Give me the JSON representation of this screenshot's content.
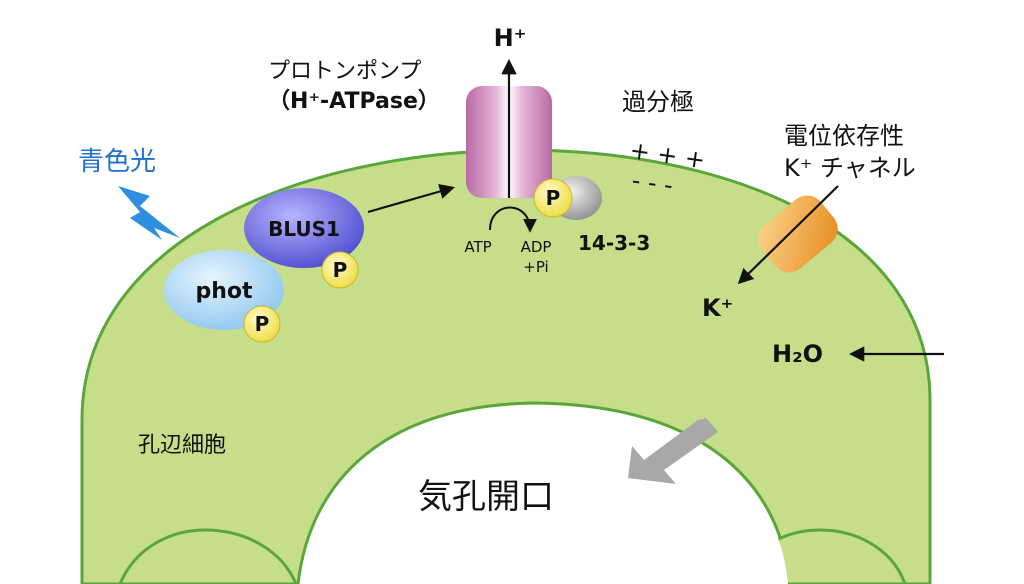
{
  "colors": {
    "cell_fill": "#c6de8a",
    "cell_stroke": "#5aa63a",
    "blue_text": "#1f6fd1",
    "phot_fill": "#a8d3f5",
    "blus1_fill": "#6e6ce6",
    "p_fill": "#f6ec6a",
    "pump_fill": "#c98ab8",
    "chaperone_fill": "#b8b8b8",
    "k_channel_fill": "#f0a23e",
    "big_arrow": "#a8a8a8"
  },
  "labels": {
    "blue_light": "青色光",
    "phot": "phot",
    "blus1": "BLUS1",
    "phospho": "P",
    "pump_name_line1": "プロトンポンプ",
    "pump_name_line2": "（H⁺-ATPase）",
    "h_plus": "H⁺",
    "atp": "ATP",
    "adp": "ADP",
    "pi": "+Pi",
    "protein_1433": "14-3-3",
    "hyperpolarization": "過分極",
    "plus_signs": "+ + +",
    "minus_signs": "- - -",
    "k_channel_line1": "電位依存性",
    "k_channel_line2": "K⁺ チャネル",
    "k_plus": "K⁺",
    "h2o": "H₂O",
    "guard_cell": "孔辺細胞",
    "stomatal_opening": "気孔開口"
  },
  "icons": {
    "lightning": "lightning-bolt-icon"
  }
}
